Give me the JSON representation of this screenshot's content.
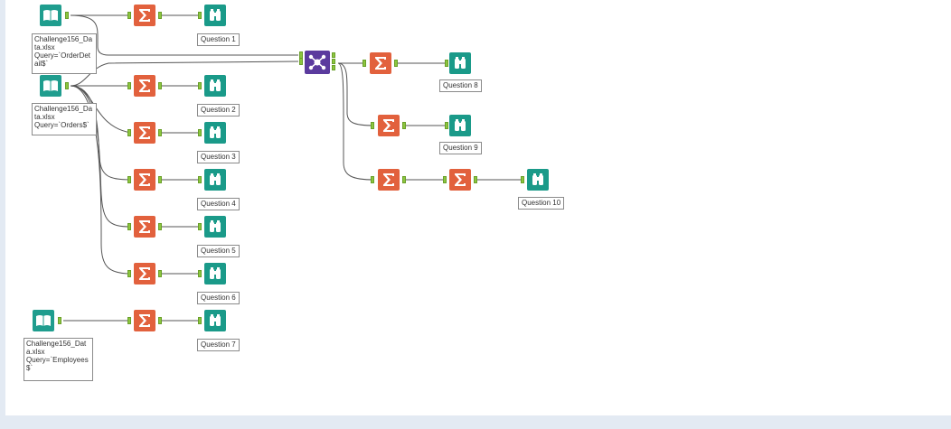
{
  "workflow": {
    "inputs": [
      {
        "id": "in1",
        "annotation": "Challenge156_Data.xlsx\nQuery=`OrderDetail$`"
      },
      {
        "id": "in2",
        "annotation": "Challenge156_Data.xlsx\nQuery=`Orders$`"
      },
      {
        "id": "in3",
        "annotation": "Challenge156_Data.xlsx\nQuery=`Employees$`"
      }
    ],
    "outputs": [
      {
        "id": "q1",
        "label": "Question 1"
      },
      {
        "id": "q2",
        "label": "Question 2"
      },
      {
        "id": "q3",
        "label": "Question 3"
      },
      {
        "id": "q4",
        "label": "Question 4"
      },
      {
        "id": "q5",
        "label": "Question 5"
      },
      {
        "id": "q6",
        "label": "Question 6"
      },
      {
        "id": "q7",
        "label": "Question 7"
      },
      {
        "id": "q8",
        "label": "Question 8"
      },
      {
        "id": "q9",
        "label": "Question 9"
      },
      {
        "id": "q10",
        "label": "Question 10"
      }
    ]
  },
  "colors": {
    "input_tool": "#1f9d8e",
    "summarize_tool": "#e2613d",
    "browse_tool": "#1a9a89",
    "join_tool": "#5b3b9e",
    "anchor": "#8cc63e",
    "connection": "#555555"
  },
  "icons": {
    "input": "book-icon",
    "summarize": "sigma-icon",
    "browse": "binoculars-icon",
    "join": "join-icon"
  }
}
